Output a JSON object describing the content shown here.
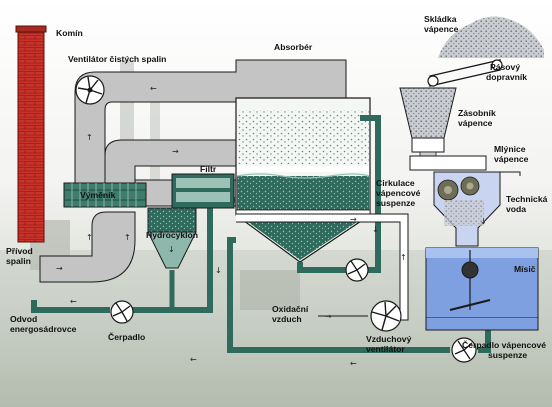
{
  "labels": {
    "chimney": "Komín",
    "clean_gas_fan": "Ventilátor čistých spalin",
    "absorber": "Absorbér",
    "limestone_dump_1": "Skládka",
    "limestone_dump_2": "vápence",
    "conveyor_1": "Pásový",
    "conveyor_2": "dopravník",
    "hopper_1": "Zásobník",
    "hopper_2": "vápence",
    "mill_1": "Mlýnice",
    "mill_2": "vápence",
    "process_water_1": "Technická",
    "process_water_2": "voda",
    "heat_exchanger": "Výměník",
    "filter": "Filtr",
    "hydrocyclone": "Hydrocyklon",
    "recirculation_1": "Cirkulace",
    "recirculation_2": "vápencové",
    "recirculation_3": "suspenze",
    "flue_gas_inlet_1": "Přívod",
    "flue_gas_inlet_2": "spalin",
    "gypsum_outlet_1": "Odvod",
    "gypsum_outlet_2": "energosádrovce",
    "pump": "Čerpadlo",
    "oxidation_air_1": "Oxidační",
    "oxidation_air_2": "vzduch",
    "air_blower_1": "Vzduchový",
    "air_blower_2": "ventilátor",
    "mixer": "Mísič",
    "slurry_pump_1": "Čerpadlo vápencové",
    "slurry_pump_2": "suspenze"
  },
  "colors": {
    "gas_duct": "#c4c4c4",
    "slurry": "#2f6b5c",
    "slurry_light": "#8fb8ad",
    "chimney": "#c83228",
    "tank": "#7fa0e0",
    "outline": "#1a1a1a"
  }
}
